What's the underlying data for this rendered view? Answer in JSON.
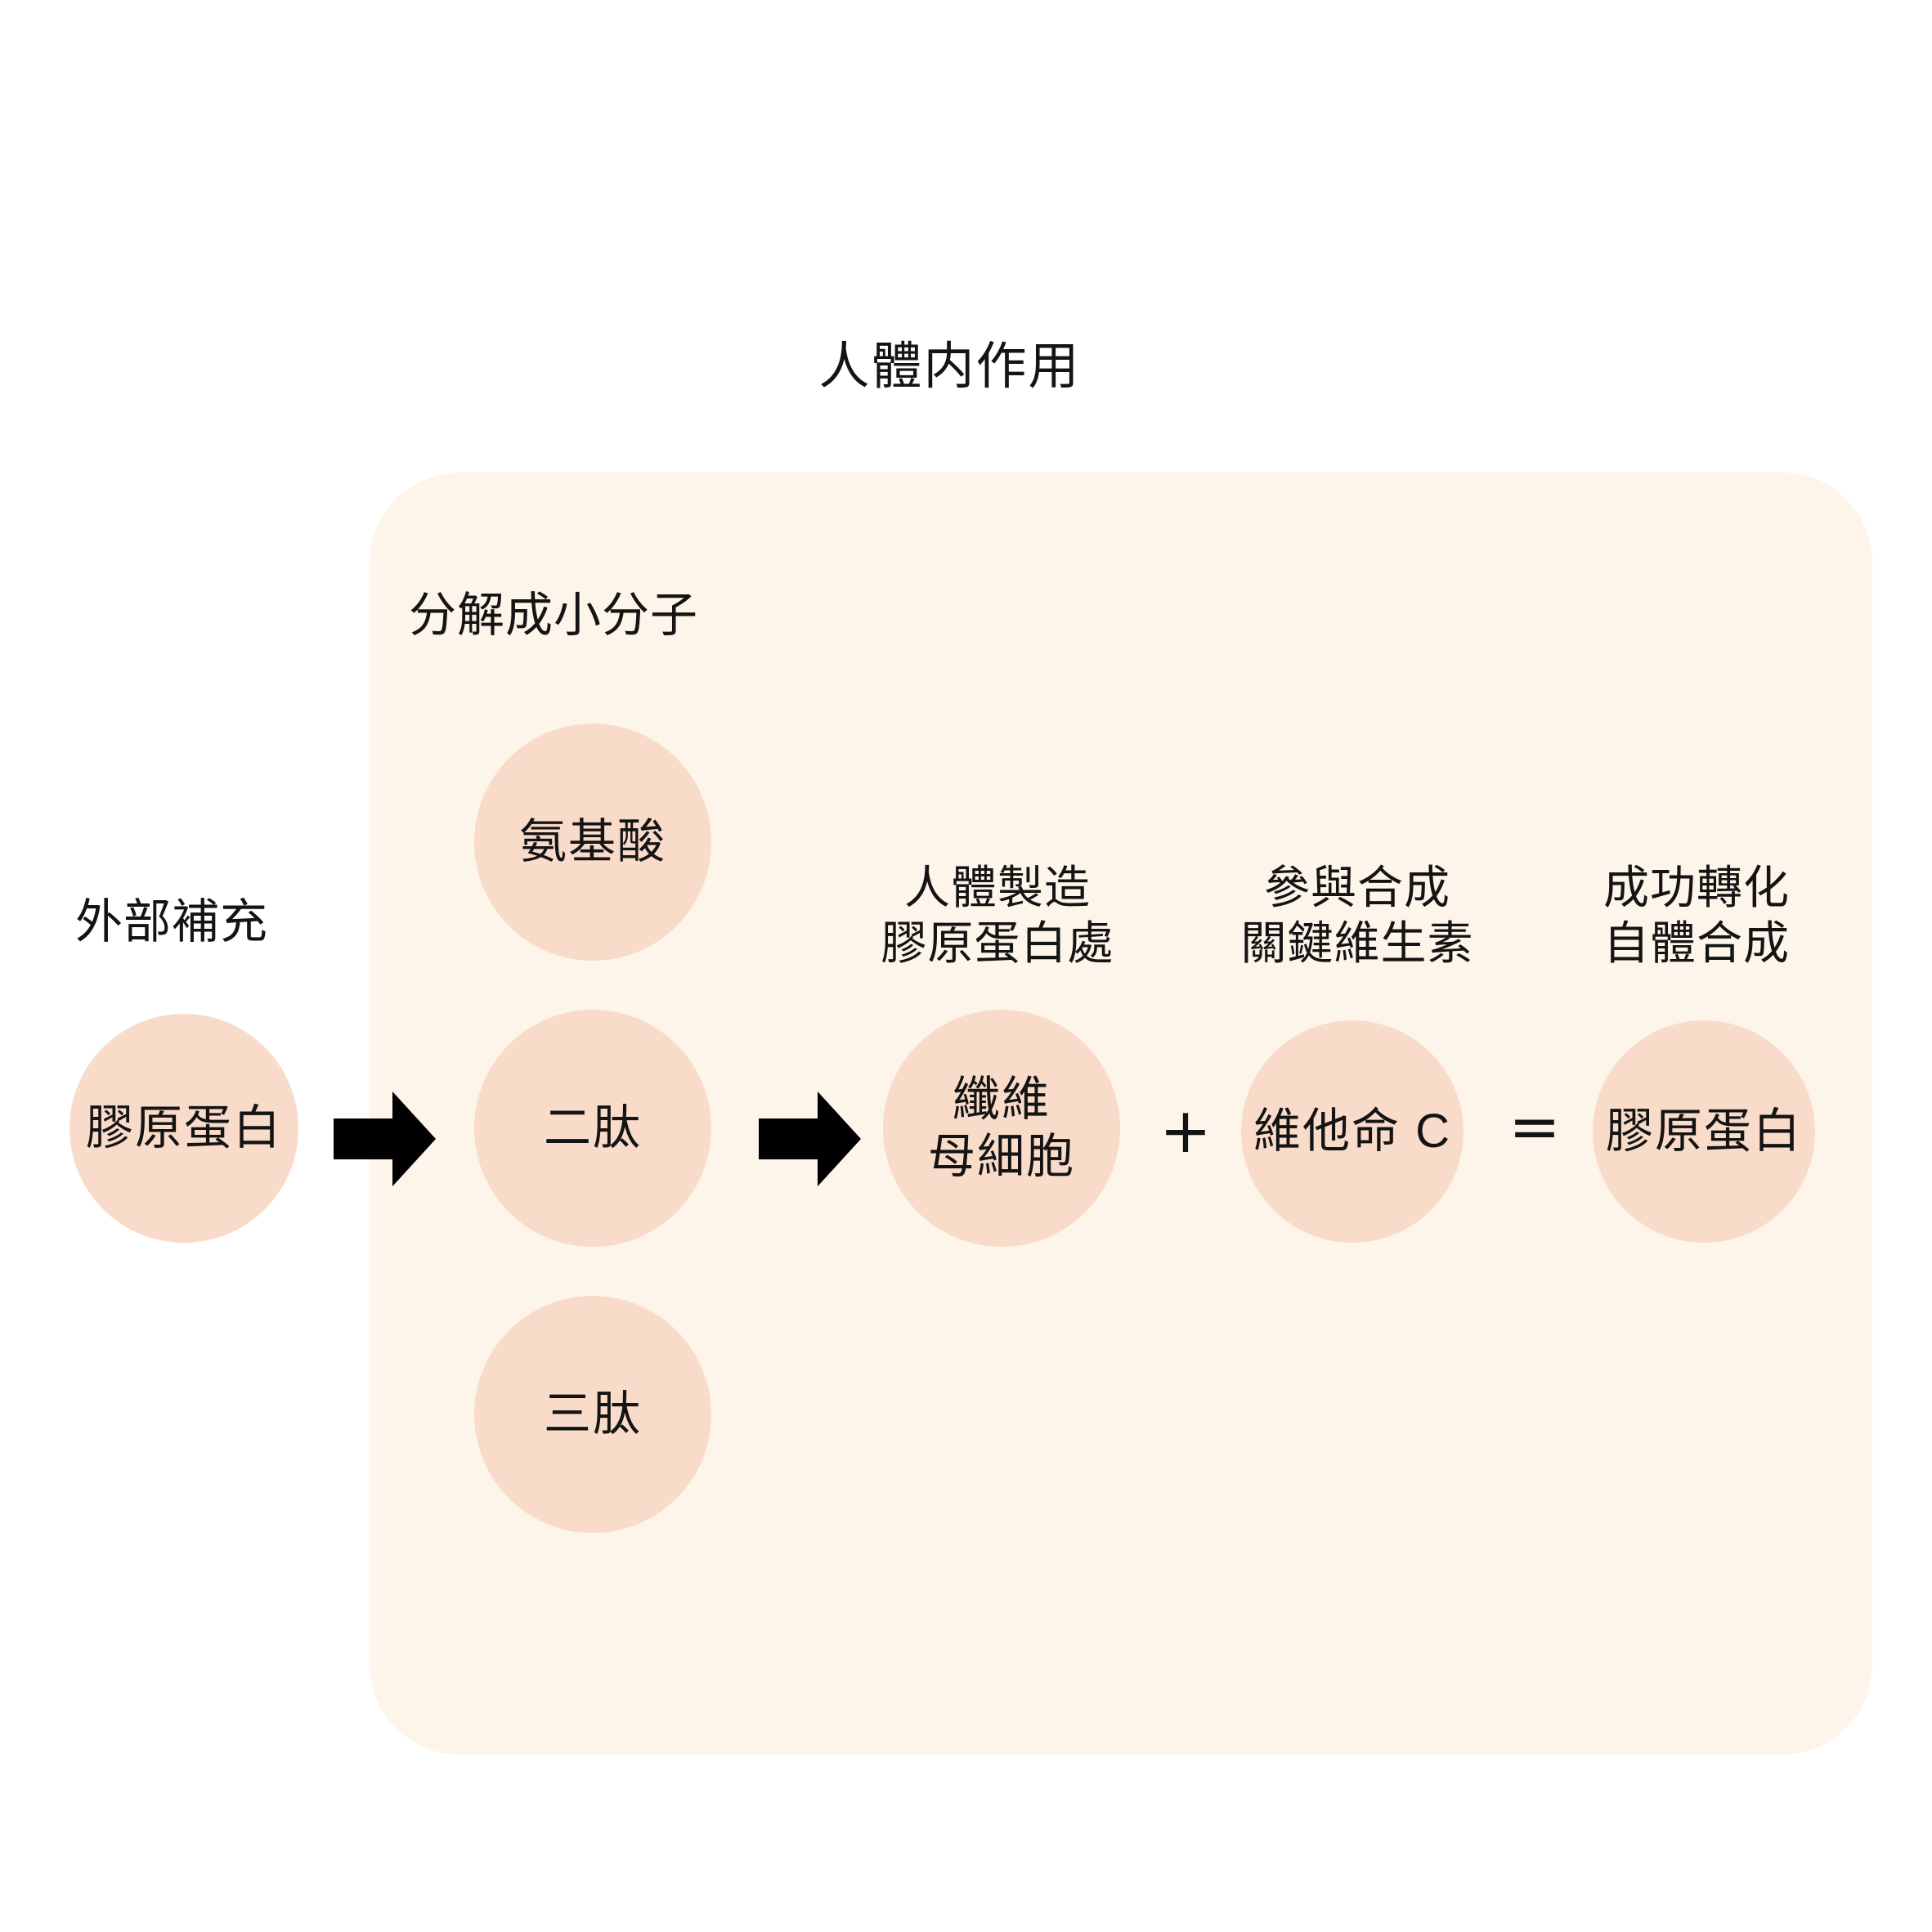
{
  "title": "人體内作用",
  "colors": {
    "page_background": "#ffffff",
    "panel_background": "#fdf5e9",
    "bubble_fill": "#f9dbc9",
    "text": "#141414",
    "arrow": "#000000"
  },
  "sections": {
    "external": {
      "caption": "外部補充",
      "bubble": "膠原蛋白"
    },
    "breakdown": {
      "caption": "分解成小分子",
      "bubbles": [
        {
          "label": "氨基酸"
        },
        {
          "label": "二肽"
        },
        {
          "label": "三肽"
        }
      ]
    },
    "synthesis": {
      "fibroblast": {
        "caption": "人體製造\n膠原蛋白處",
        "bubble": "纖維\n母細胞"
      },
      "vitamin": {
        "caption": "參與合成\n關鍵維生素",
        "bubble": "維他命 C"
      },
      "result": {
        "caption": "成功轉化\n自體合成",
        "bubble": "膠原蛋白"
      }
    }
  },
  "operators": {
    "plus": "+",
    "equals": "=",
    "arrow1_name": "right-arrow",
    "arrow2_name": "right-arrow"
  }
}
